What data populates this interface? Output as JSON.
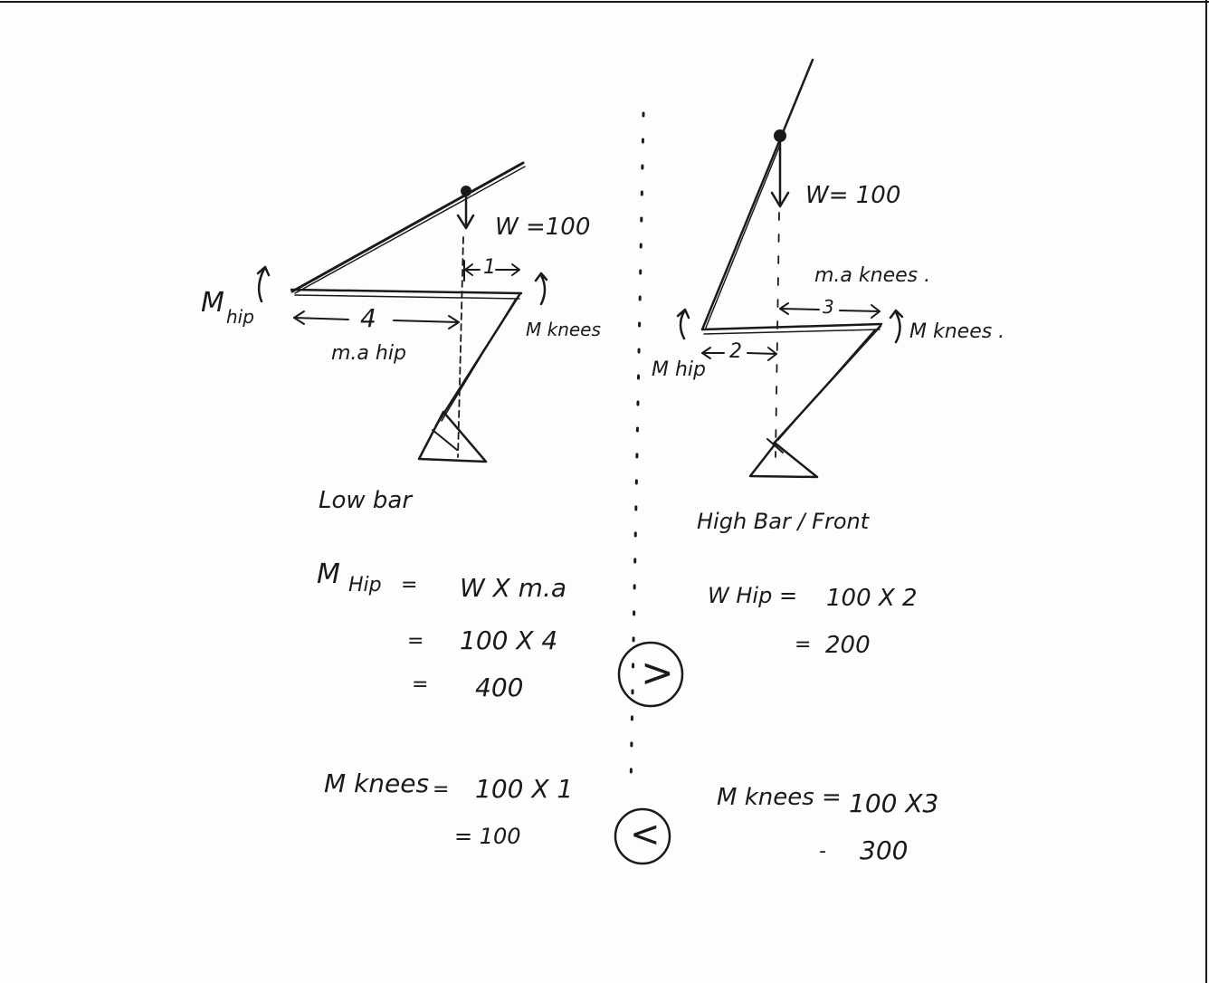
{
  "low_bar": {
    "weight_label": "W =100",
    "knee_distance": "1",
    "hip_distance": "4",
    "hip_ma_label": "m.a hip",
    "hip_moment_label": "M",
    "hip_moment_sub": "hip",
    "knee_moment_label": "M knees",
    "caption": "Low bar",
    "calc_hip": {
      "lhs_m": "M",
      "lhs_sub": "Hip",
      "eq1": "=",
      "line1": "W   X m.a",
      "eq2": "=",
      "line2": "100  X  4",
      "eq3": "=",
      "line3": "400"
    },
    "calc_knees": {
      "lhs": "M knees",
      "eq1": "=",
      "line1": "100  X 1",
      "line2": "= 100"
    }
  },
  "high_bar": {
    "weight_label": "W= 100",
    "knee_ma_label": "m.a knees .",
    "knee_distance": "3",
    "hip_distance": "2",
    "hip_moment_label": "M hip",
    "knee_moment_label": "M knees .",
    "caption": "High Bar / Front",
    "calc_hip": {
      "lhs": "W Hip =",
      "line1": "100  X 2",
      "eq2": "=",
      "line2": "200"
    },
    "calc_knees": {
      "lhs": "M knees =",
      "line1": "100 X3",
      "eq2": "-",
      "line2": "300"
    }
  },
  "comparisons": {
    "hip": ">",
    "knees": "<"
  }
}
